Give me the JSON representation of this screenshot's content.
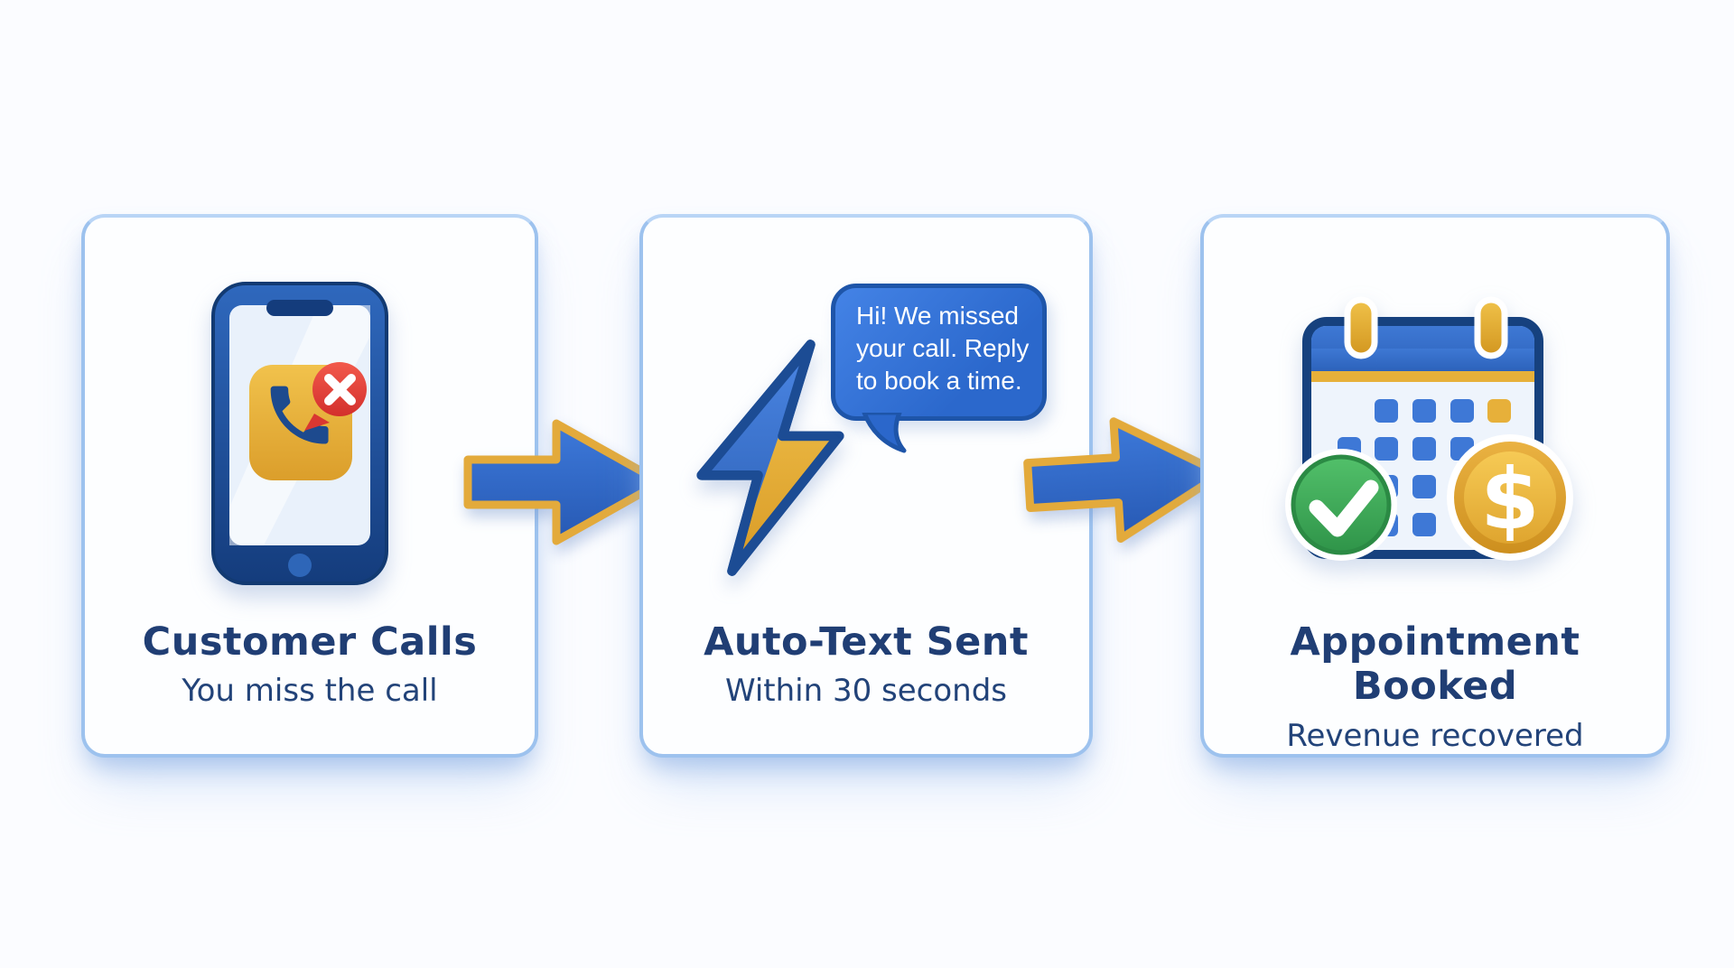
{
  "diagram": {
    "name": "missed-call-to-booking-flow",
    "direction": "left-to-right"
  },
  "steps": [
    {
      "title": "Customer Calls",
      "subtitle": "You miss the call",
      "icon": "phone-missed-call-icon"
    },
    {
      "title": "Auto-Text Sent",
      "subtitle": "Within 30 seconds",
      "icon": "lightning-bolt-icon",
      "bubble": {
        "lines": [
          "Hi! We missed",
          "your call. Reply",
          "to book a time."
        ]
      }
    },
    {
      "title": "Appointment Booked",
      "subtitle": "Revenue recovered",
      "icon": "calendar-booked-icon",
      "coin_symbol": "$"
    }
  ],
  "colors": {
    "title_navy": "#203e74",
    "card_border_blue": "#9dc2ee",
    "arrow_blue": "#2f6ace",
    "outline_gold": "#e3aa3b",
    "bubble_blue": "#2b68cc",
    "badge_red": "#e2413a",
    "check_green": "#3aa957",
    "coin_gold": "#e2a835",
    "bolt_navy_outline": "#1c4c94"
  }
}
